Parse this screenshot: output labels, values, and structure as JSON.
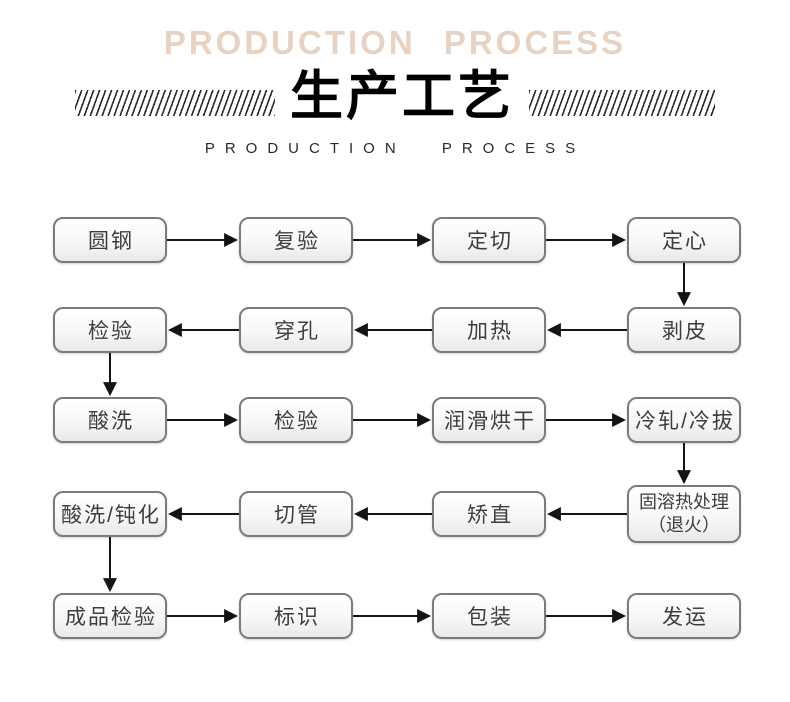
{
  "header": {
    "watermark_title": "PRODUCTION PROCESS",
    "title": "生产工艺",
    "subtitle": "PRODUCTION PROCESS",
    "watermark_color": "#e8d2c2"
  },
  "chart_data": {
    "type": "table",
    "title": "生产工艺 (Production Process flowchart)",
    "sequence": [
      "圆钢",
      "复验",
      "定切",
      "定心",
      "剥皮",
      "加热",
      "穿孔",
      "检验",
      "酸洗",
      "检验",
      "润滑烘干",
      "冷轧/冷拔",
      "固溶热处理（退火）",
      "矫直",
      "切管",
      "酸洗/钝化",
      "成品检验",
      "标识",
      "包装",
      "发运"
    ]
  },
  "flowchart": {
    "nodes": [
      {
        "id": "round-steel",
        "label": "圆钢",
        "row": 0,
        "col": 0
      },
      {
        "id": "reinspection",
        "label": "复验",
        "row": 0,
        "col": 1
      },
      {
        "id": "fixed-cutting",
        "label": "定切",
        "row": 0,
        "col": 2
      },
      {
        "id": "centering",
        "label": "定心",
        "row": 0,
        "col": 3
      },
      {
        "id": "inspection-1",
        "label": "检验",
        "row": 1,
        "col": 0
      },
      {
        "id": "piercing",
        "label": "穿孔",
        "row": 1,
        "col": 1
      },
      {
        "id": "heating",
        "label": "加热",
        "row": 1,
        "col": 2
      },
      {
        "id": "peeling",
        "label": "剥皮",
        "row": 1,
        "col": 3
      },
      {
        "id": "pickling",
        "label": "酸洗",
        "row": 2,
        "col": 0
      },
      {
        "id": "inspection-2",
        "label": "检验",
        "row": 2,
        "col": 1
      },
      {
        "id": "lubrication-drying",
        "label": "润滑烘干",
        "row": 2,
        "col": 2
      },
      {
        "id": "cold-rolling-drawing",
        "label": "冷轧/冷拔",
        "row": 2,
        "col": 3
      },
      {
        "id": "pickling-passivation",
        "label": "酸洗/钝化",
        "row": 3,
        "col": 0
      },
      {
        "id": "pipe-cutting",
        "label": "切管",
        "row": 3,
        "col": 1
      },
      {
        "id": "straightening",
        "label": "矫直",
        "row": 3,
        "col": 2
      },
      {
        "id": "solution-heat-treatment",
        "label": "固溶热处理",
        "sublabel": "（退火）",
        "row": 3,
        "col": 3,
        "tall": true
      },
      {
        "id": "final-inspection",
        "label": "成品检验",
        "row": 4,
        "col": 0
      },
      {
        "id": "marking",
        "label": "标识",
        "row": 4,
        "col": 1
      },
      {
        "id": "packaging",
        "label": "包装",
        "row": 4,
        "col": 2
      },
      {
        "id": "shipping",
        "label": "发运",
        "row": 4,
        "col": 3
      }
    ],
    "edges": [
      [
        "round-steel",
        "reinspection"
      ],
      [
        "reinspection",
        "fixed-cutting"
      ],
      [
        "fixed-cutting",
        "centering"
      ],
      [
        "centering",
        "peeling"
      ],
      [
        "peeling",
        "heating"
      ],
      [
        "heating",
        "piercing"
      ],
      [
        "piercing",
        "inspection-1"
      ],
      [
        "inspection-1",
        "pickling"
      ],
      [
        "pickling",
        "inspection-2"
      ],
      [
        "inspection-2",
        "lubrication-drying"
      ],
      [
        "lubrication-drying",
        "cold-rolling-drawing"
      ],
      [
        "cold-rolling-drawing",
        "solution-heat-treatment"
      ],
      [
        "solution-heat-treatment",
        "straightening"
      ],
      [
        "straightening",
        "pipe-cutting"
      ],
      [
        "pipe-cutting",
        "pickling-passivation"
      ],
      [
        "pickling-passivation",
        "final-inspection"
      ],
      [
        "final-inspection",
        "marking"
      ],
      [
        "marking",
        "packaging"
      ],
      [
        "packaging",
        "shipping"
      ]
    ]
  }
}
